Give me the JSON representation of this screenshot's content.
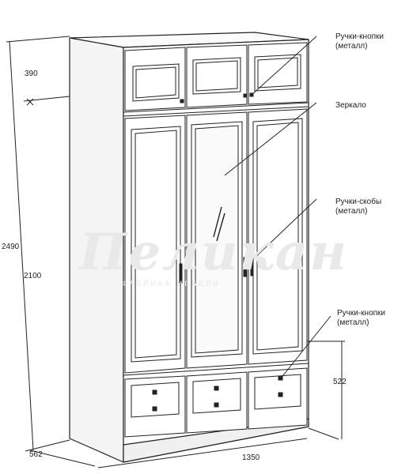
{
  "dimensions": {
    "total_height": "2490",
    "top_section": "390",
    "lower_section": "2100",
    "drawer_section": "522",
    "depth": "562",
    "width": "1350"
  },
  "callouts": {
    "top_knob_handles": [
      "Ручки-кнопки",
      "(металл)"
    ],
    "mirror": "Зеркало",
    "bar_handles": [
      "Ручки-скобы",
      "(металл)"
    ],
    "drawer_knob_handles": [
      "Ручки-кнопки",
      "(металл)"
    ]
  },
  "watermark": {
    "logo": "Пеликан",
    "tagline": "ФАБРИКА МЕБЕЛИ"
  }
}
